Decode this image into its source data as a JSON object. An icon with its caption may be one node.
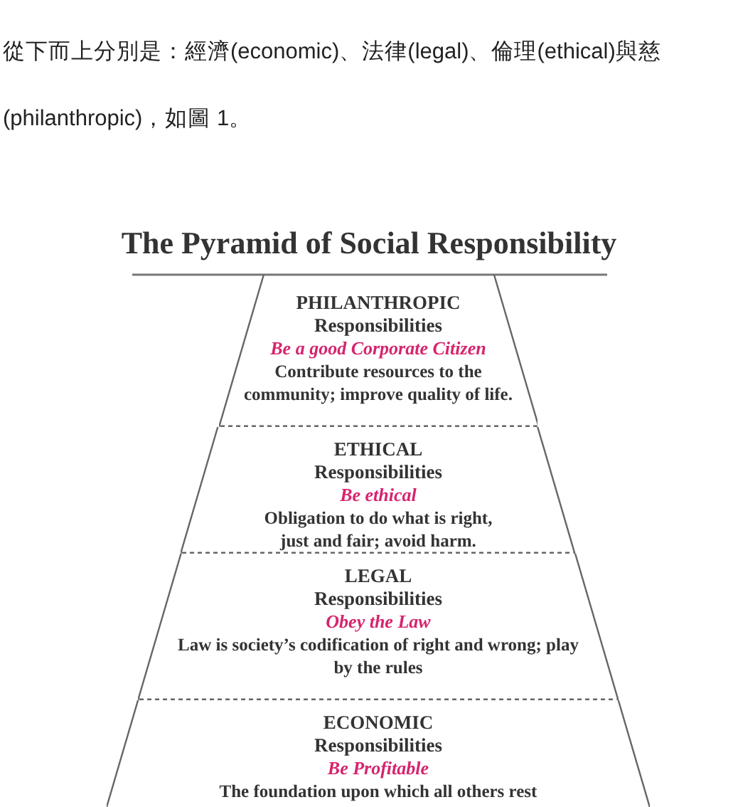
{
  "diagram": {
    "title": "The Pyramid of Social Responsibility",
    "nodes": [
      {
        "text": [
          "PHILANTHROPIC Responsibilities",
          "Be a good Corporate Citizen",
          "Contribute resources to the community; improve quality of life."
        ]
      },
      {
        "text": [
          "ETHICAL Responsibilities",
          "Be ethical",
          "Obligation to do what is right, just and fair; avoid harm."
        ]
      },
      {
        "text": [
          "LEGAL Responsibilities",
          "Obey the Law",
          "Law is society’s codification of right and wrong; play by the rules"
        ]
      },
      {
        "text": [
          "ECONOMIC Responsibilities",
          "Be Profitable",
          "The foundation upon which all others rest"
        ]
      }
    ],
    "labels": [
      "從下而上分別是：經濟(economic)、法律(legal)、倫理(ethical)與慈",
      "(philanthropic)，如圖 1。"
    ]
  }
}
